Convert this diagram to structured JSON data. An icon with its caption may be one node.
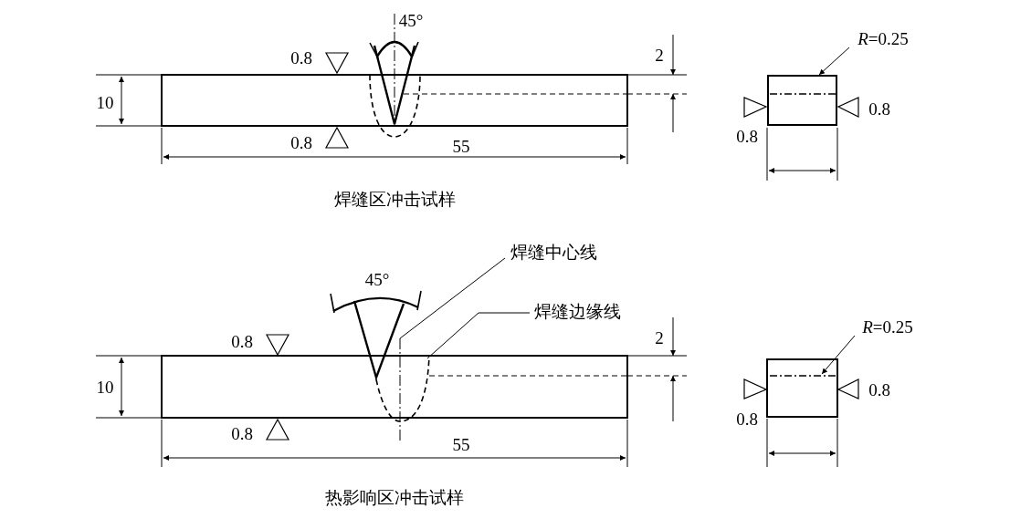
{
  "diagram": {
    "nodes": [
      {
        "text": [
          "*R*=0.25"
        ]
      },
      {
        "text": [],
        "shape": "box"
      },
      {
        "text": [
          "*R*=0.25"
        ]
      },
      {
        "text": [],
        "shape": "line"
      },
      {
        "text": [
          "焊缝中心线"
        ]
      },
      {
        "text": [],
        "shape": "line"
      },
      {
        "text": [
          "焊缝边缘线"
        ]
      },
      {
        "text": [],
        "shape": "line"
      }
    ],
    "edges": [
      {
        "from": 0,
        "to": 1,
        "arrow": "to"
      },
      {
        "from": 2,
        "to": 3,
        "arrow": "to"
      },
      {
        "from": 4,
        "to": 5,
        "arrow": "none"
      },
      {
        "from": 6,
        "to": 7,
        "arrow": "none"
      }
    ],
    "labels": [
      "45°",
      "2",
      "0.8",
      "10",
      "0.8",
      "0.8",
      "0.8",
      "55",
      "焊缝区冲击试样",
      "45°",
      "0.8",
      "2",
      "10",
      "0.8",
      "0.8",
      "0.8",
      "55",
      "热影响区冲击试样"
    ]
  }
}
